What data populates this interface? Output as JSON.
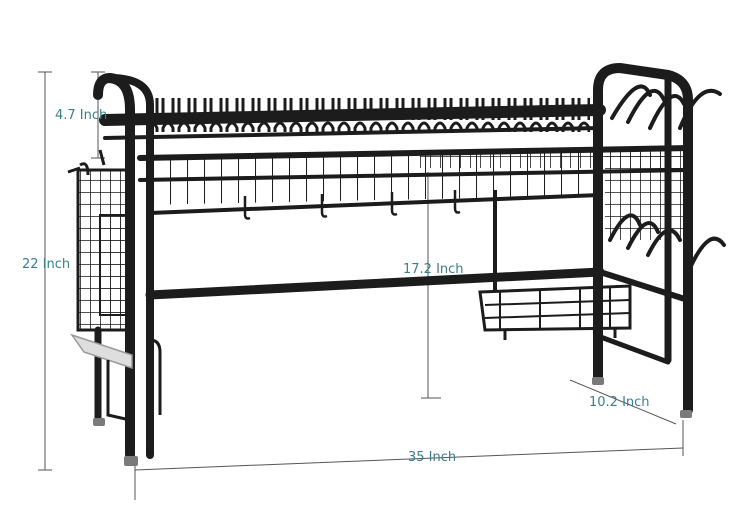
{
  "dimensions": {
    "top_height": "4.7 Inch",
    "total_height": "22 Inch",
    "shelf_height": "17.2 Inch",
    "depth": "10.2 Inch",
    "width": "35 Inch"
  },
  "colors": {
    "dimension_text": "#3a7f8f",
    "dimension_line": "#555555",
    "rack_metal": "#1c1c1c"
  }
}
